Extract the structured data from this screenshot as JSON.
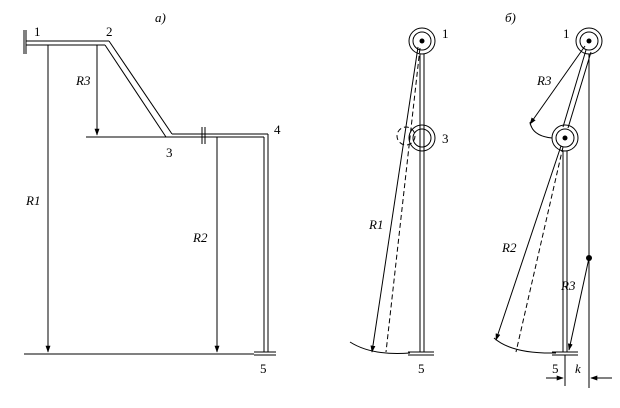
{
  "panel_a": {
    "title": "а)",
    "nodes": [
      "1",
      "2",
      "3",
      "4",
      "5"
    ],
    "dims": {
      "r1": "R1",
      "r2": "R2",
      "r3": "R3"
    }
  },
  "panel_middle": {
    "nodes": [
      "1",
      "3",
      "5"
    ],
    "dims": {
      "r1": "R1"
    }
  },
  "panel_b": {
    "title": "б)",
    "nodes": [
      "1",
      "5"
    ],
    "dims": {
      "r2": "R2",
      "r3_upper": "R3",
      "r3_lower": "R3",
      "five": "5",
      "k": "k"
    }
  }
}
